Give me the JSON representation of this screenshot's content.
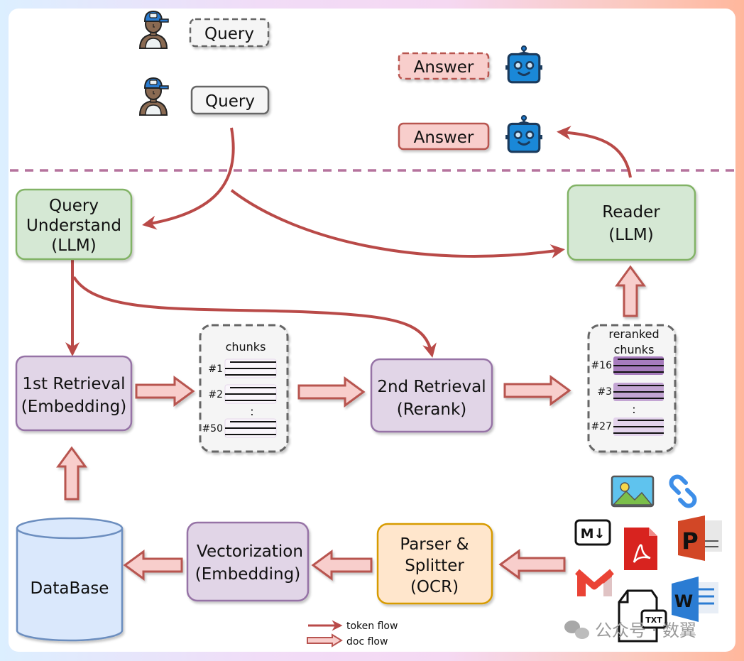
{
  "title": "RAG pipeline: query understanding, two-stage retrieval, reader LLM, and document ingestion",
  "colors": {
    "token_flow": "#b94a48",
    "doc_flow_fill": "#f8cecc",
    "doc_flow_stroke": "#b85450",
    "green_fill": "#d5e8d4",
    "green_stroke": "#82b366",
    "purple_fill": "#e1d5e7",
    "purple_stroke": "#9673a6",
    "orange_fill": "#ffe6cc",
    "orange_stroke": "#d79b00",
    "blue_fill": "#dae8fc",
    "blue_stroke": "#6c8ebf",
    "divider": "#b5739d"
  },
  "top": {
    "query_dashed": "Query",
    "query_solid": "Query",
    "answer_dashed": "Answer",
    "answer_solid": "Answer"
  },
  "nodes": {
    "query_understand": [
      "Query",
      "Understand",
      "(LLM)"
    ],
    "reader": [
      "Reader",
      "(LLM)"
    ],
    "first_retrieval": [
      "1st Retrieval",
      "(Embedding)"
    ],
    "second_retrieval": [
      "2nd Retrieval",
      "(Rerank)"
    ],
    "database": "DataBase",
    "vectorization": [
      "Vectorization",
      "(Embedding)"
    ],
    "parser": [
      "Parser &",
      "Splitter",
      "(OCR)"
    ]
  },
  "chunks": {
    "title": "chunks",
    "items": [
      "#1",
      "#2",
      "#50"
    ],
    "ellipsis": ":"
  },
  "reranked": {
    "title": [
      "reranked",
      "chunks"
    ],
    "items": [
      "#16",
      "#3",
      "#27"
    ],
    "ellipsis": ":"
  },
  "sources": [
    {
      "name": "image-icon"
    },
    {
      "name": "link-icon"
    },
    {
      "name": "markdown-icon",
      "label": "M↓"
    },
    {
      "name": "pdf-icon"
    },
    {
      "name": "powerpoint-icon",
      "label": "P"
    },
    {
      "name": "gmail-icon"
    },
    {
      "name": "txt-icon",
      "label": "TXT"
    },
    {
      "name": "word-icon",
      "label": "W"
    }
  ],
  "legend": {
    "token_flow": "token flow",
    "doc_flow": "doc flow"
  },
  "watermark": "公众号 · 数翼"
}
